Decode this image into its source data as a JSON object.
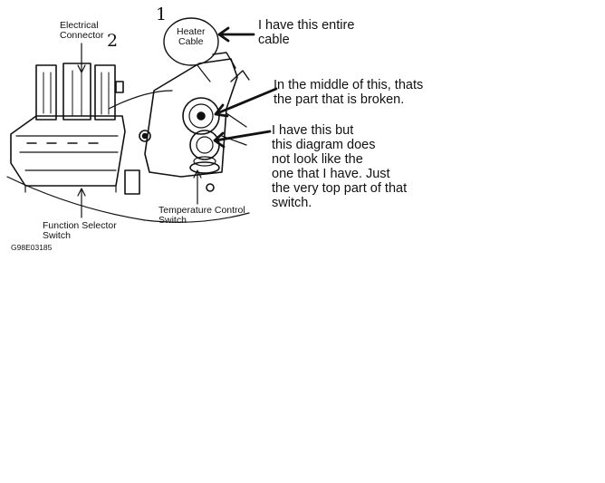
{
  "labels": {
    "electrical_connector": "Electrical\nConnector",
    "heater_cable": "Heater\nCable",
    "function_selector_switch": "Function Selector\nSwitch",
    "temperature_control_switch": "Temperature Control\nSwitch",
    "figure_code": "G98E03185"
  },
  "handwritten": {
    "num_1": "1",
    "num_2": "2"
  },
  "notes": {
    "cable": "I have this entire\ncable",
    "broken": "In the middle of this, thats\nthe part that is broken.",
    "switch": "I have this but\nthis diagram does\nnot look like the\none that I have. Just\nthe very top part of that\nswitch."
  },
  "colors": {
    "ink": "#111111",
    "background": "#ffffff"
  }
}
